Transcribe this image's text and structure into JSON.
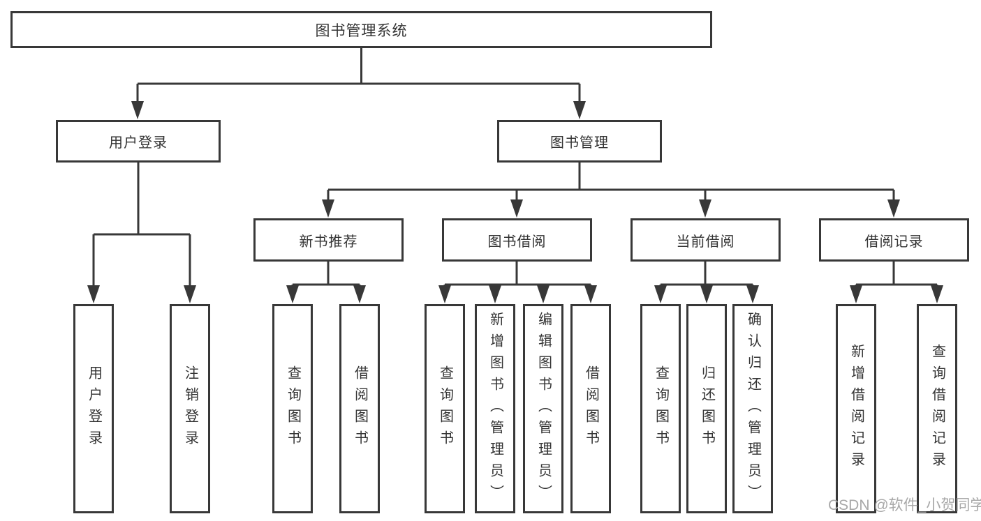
{
  "diagram_title": "图书管理系统",
  "nodes": {
    "root": {
      "label": "图书管理系统"
    },
    "level2": [
      {
        "label": "用户登录"
      },
      {
        "label": "图书管理"
      }
    ],
    "level3": [
      {
        "label": "新书推荐"
      },
      {
        "label": "图书借阅"
      },
      {
        "label": "当前借阅"
      },
      {
        "label": "借阅记录"
      }
    ],
    "leaves": [
      {
        "label": "用户登录",
        "parent": "用户登录"
      },
      {
        "label": "注销登录",
        "parent": "用户登录"
      },
      {
        "label": "查询图书",
        "parent": "新书推荐"
      },
      {
        "label": "借阅图书",
        "parent": "新书推荐"
      },
      {
        "label": "查询图书",
        "parent": "图书借阅"
      },
      {
        "label": "新增图书（管理员）",
        "parent": "图书借阅"
      },
      {
        "label": "编辑图书（管理员）",
        "parent": "图书借阅"
      },
      {
        "label": "借阅图书",
        "parent": "图书借阅"
      },
      {
        "label": "查询图书",
        "parent": "当前借阅"
      },
      {
        "label": "归还图书",
        "parent": "当前借阅"
      },
      {
        "label": "确认归还（管理员）",
        "parent": "当前借阅"
      },
      {
        "label": "新增借阅记录",
        "parent": "借阅记录"
      },
      {
        "label": "查询借阅记录",
        "parent": "借阅记录"
      }
    ]
  },
  "watermark": "CSDN @软件_小贺同学",
  "colors": {
    "line": "#383838",
    "text": "#333333",
    "box_fill": "#ffffff",
    "background": "#ffffff",
    "watermark": "#a8a8a8"
  }
}
